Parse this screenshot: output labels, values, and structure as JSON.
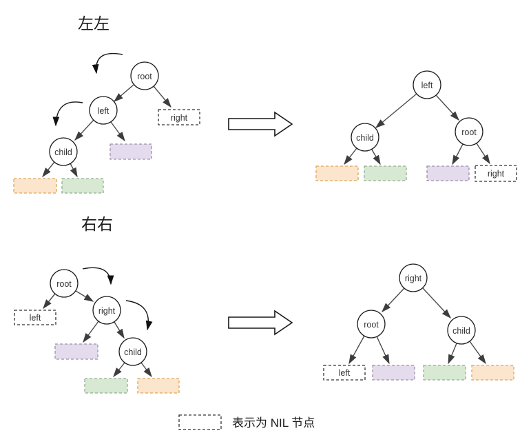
{
  "sections": {
    "ll": {
      "title": "左左"
    },
    "rr": {
      "title": "右右"
    }
  },
  "legend": {
    "label": "表示为 NIL 节点"
  },
  "trees": {
    "ll_before": {
      "root": "root",
      "left": "left",
      "child": "child",
      "nil_right": "right"
    },
    "ll_after": {
      "top": "left",
      "left": "child",
      "right": "root",
      "nil_right": "right"
    },
    "rr_before": {
      "root": "root",
      "right": "right",
      "child": "child",
      "nil_left": "left"
    },
    "rr_after": {
      "top": "right",
      "left": "root",
      "right": "child",
      "nil_left": "left"
    }
  },
  "colors": {
    "orange_fill": "#FBE5CC",
    "orange_border": "#DDA65C",
    "green_fill": "#D7E9D3",
    "green_border": "#95AD90",
    "purple_fill": "#E4DBEC",
    "purple_border": "#9C90A8",
    "nil_fill": "#FFFFFF",
    "nil_border": "#333333",
    "node_fill": "#FFFFFF",
    "node_border": "#1A1A1A",
    "edge": "#4A4A4A",
    "background": "#FFFFFF"
  }
}
